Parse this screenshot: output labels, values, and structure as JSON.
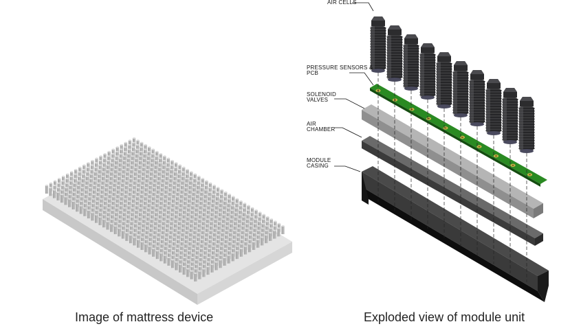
{
  "captions": {
    "mattress": "Image of mattress device",
    "module": "Exploded view of module unit"
  },
  "callouts": {
    "air_cells": "AIR CELLS",
    "pressure_sensors_line1": "PRESSURE SENSORS &",
    "pressure_sensors_line2": "PCB",
    "solenoid_line1": "SOLENOID",
    "solenoid_line2": "VALVES",
    "air_chamber_line1": "AIR",
    "air_chamber_line2": "CHAMBER",
    "module_casing_line1": "MODULE",
    "module_casing_line2": "CASING"
  },
  "colors": {
    "mattress_cells": "#bfbfbf",
    "mattress_base": "#cfcfcf",
    "air_cell": "#3a3a3c",
    "pcb": "#1f6b1a",
    "solenoid_block": "#8f8f8f",
    "air_chamber": "#3b3b3b",
    "casing": "#111111"
  }
}
